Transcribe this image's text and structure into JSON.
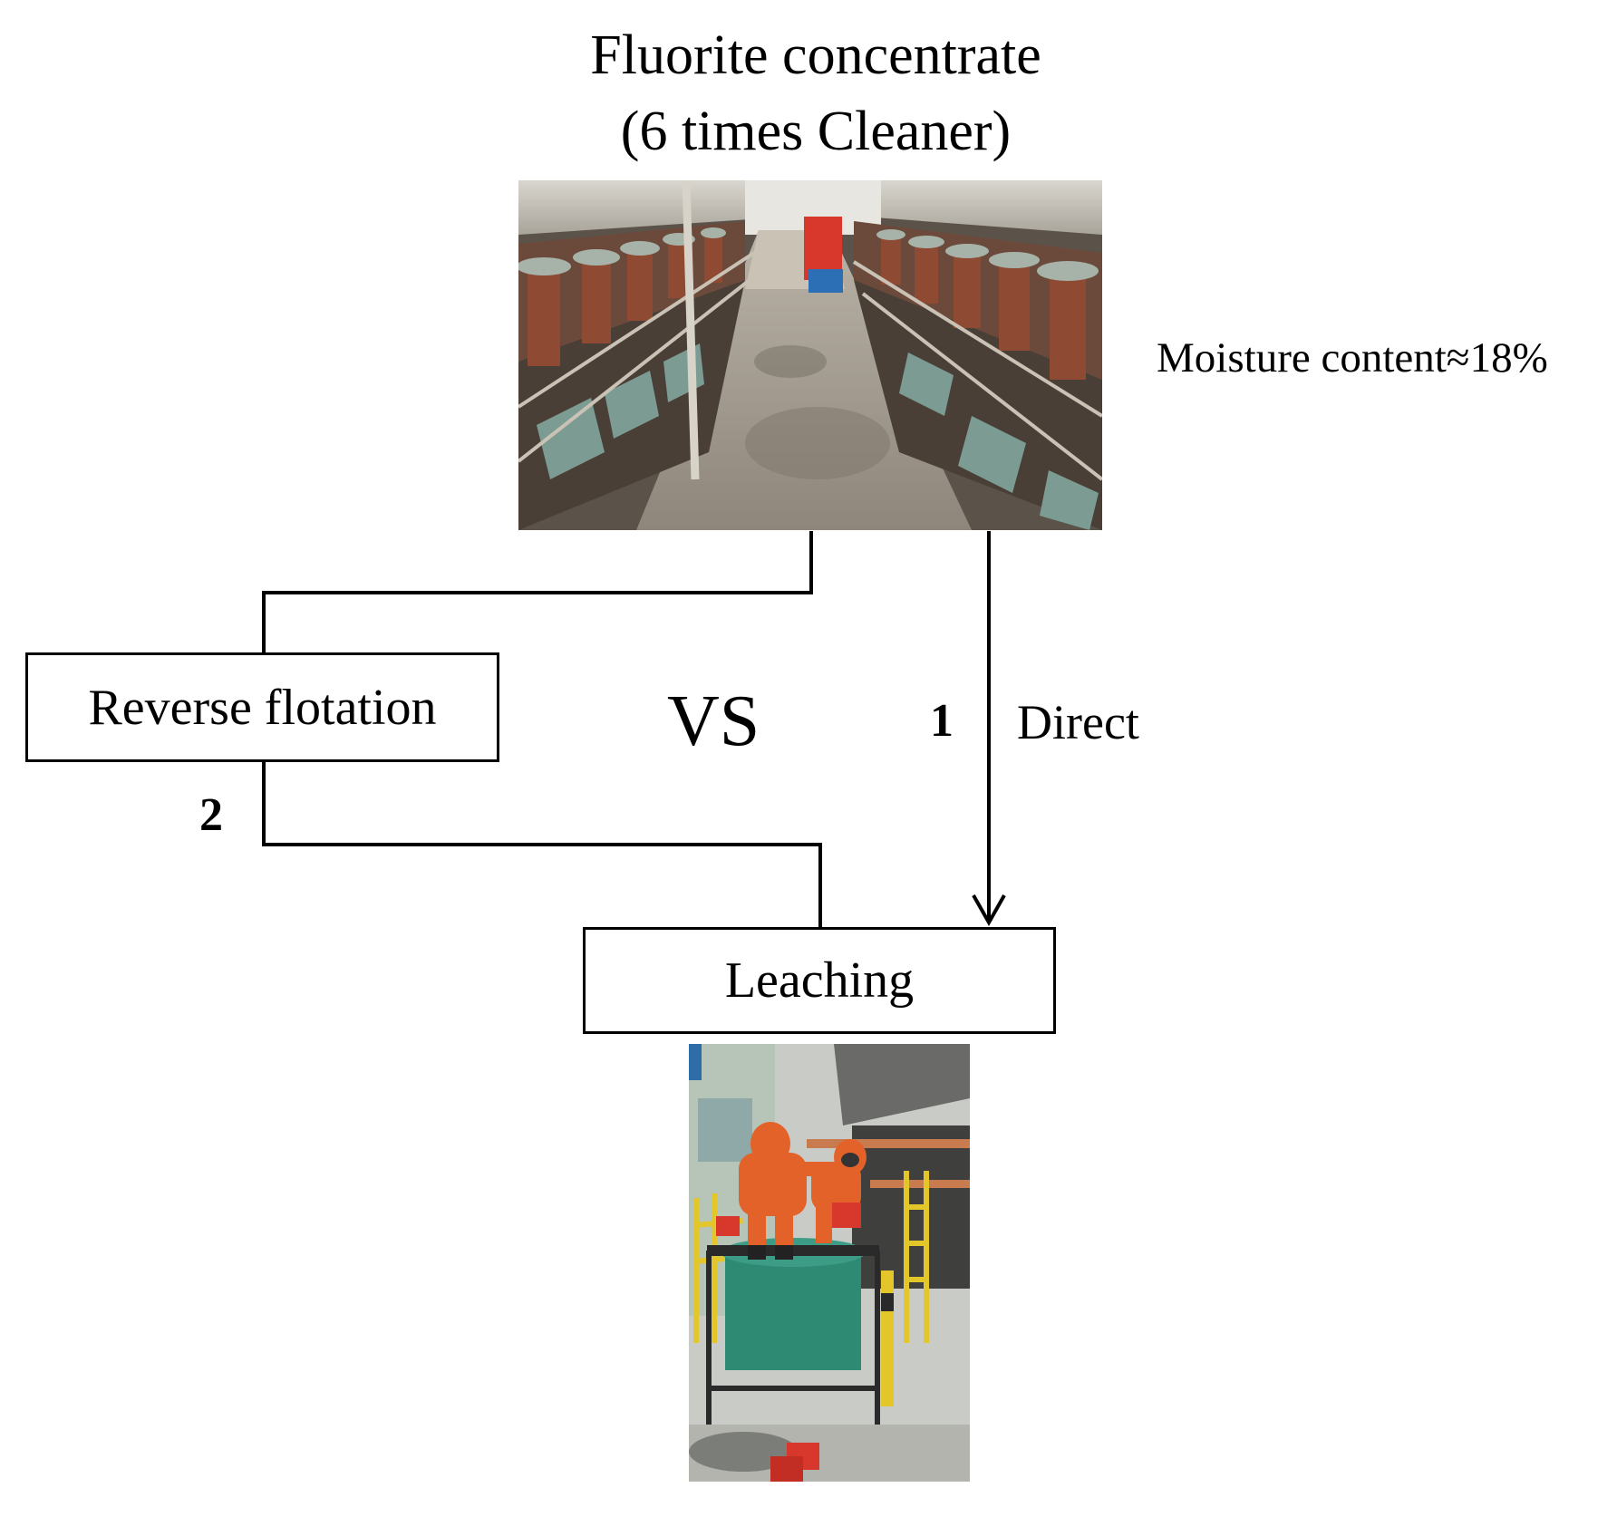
{
  "title": {
    "line1": "Fluorite concentrate",
    "line2": "(6 times Cleaner)"
  },
  "moisture_note": "Moisture content≈18%",
  "nodes": {
    "reverse_flotation": "Reverse flotation",
    "leaching": "Leaching"
  },
  "comparison_label": "VS",
  "routes": {
    "route1": {
      "number": "1",
      "label": "Direct"
    },
    "route2": {
      "number": "2"
    }
  },
  "photos": {
    "flotation_cells": {
      "icon": "flotation-cells-photo"
    },
    "leaching_workers": {
      "icon": "leaching-workers-photo"
    }
  },
  "colors": {
    "line": "#000000",
    "orange_suit": "#e2622a",
    "rust": "#8e4a32",
    "green_tank": "#2f8a74"
  }
}
